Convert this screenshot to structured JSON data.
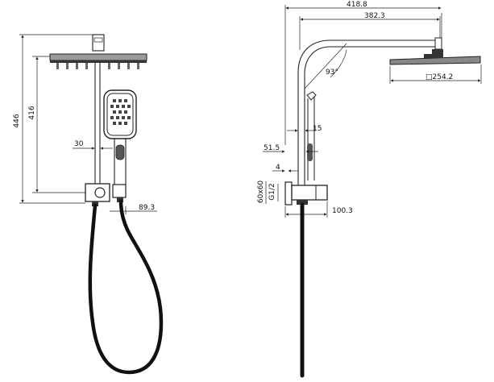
{
  "dimensions": {
    "front_total_height": "446",
    "front_upper_height": "416",
    "front_hand_offset": "30",
    "front_bracket_depth": "89.3",
    "side_total_reach": "418.8",
    "side_arm_reach": "382.3",
    "side_angle": "93°",
    "side_head_size": "□254.2",
    "side_15": "15",
    "side_51_5": "51.5",
    "side_4": "4",
    "side_flange": "60x60",
    "side_thread": "G1/2",
    "side_100_3": "100.3"
  },
  "colors": {
    "line": "#222222",
    "head_fill": "#9a9a9a",
    "hose": "#111111"
  }
}
